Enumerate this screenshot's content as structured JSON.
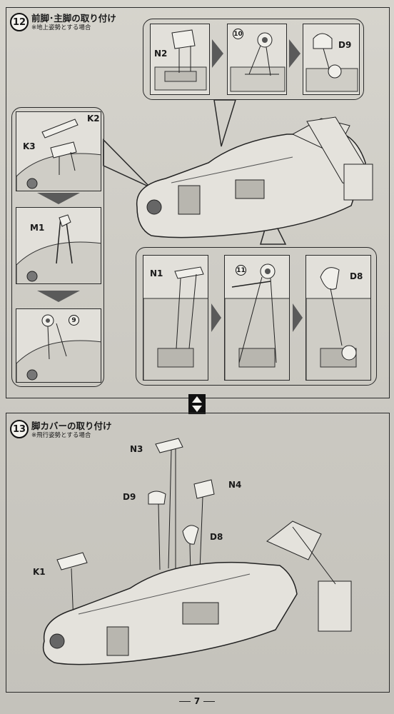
{
  "step12": {
    "number": "12",
    "title": "前脚･主脚の取り付け",
    "note": "※地上姿勢とする場合",
    "callouts": {
      "k2": "K2",
      "k3": "K3",
      "m1": "M1",
      "n2": "N2",
      "n1": "N1",
      "d9": "D9",
      "d8": "D8",
      "part9": "9",
      "part10": "10",
      "part11": "11"
    }
  },
  "step13": {
    "number": "13",
    "title": "脚カバーの取り付け",
    "note": "※飛行姿勢とする場合",
    "callouts": {
      "n3": "N3",
      "n4": "N4",
      "d9": "D9",
      "d8": "D8",
      "k1": "K1"
    }
  },
  "page_number": "7"
}
